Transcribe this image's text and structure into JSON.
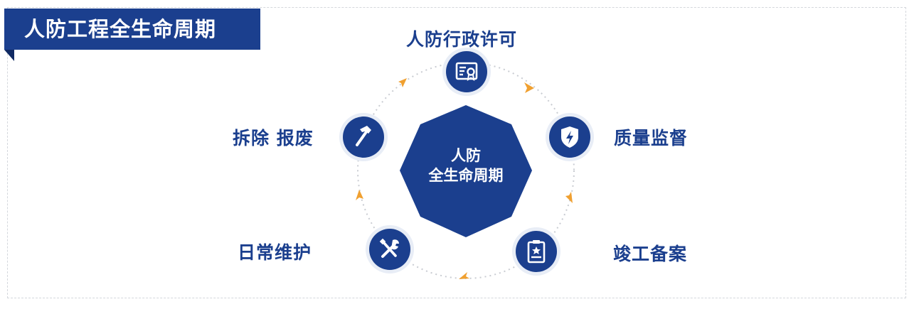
{
  "title": "人防工程全生命周期",
  "center": {
    "line1": "人防",
    "line2": "全生命周期"
  },
  "stages": [
    {
      "label": "人防行政许可",
      "icon": "certificate-icon"
    },
    {
      "label": "质量监督",
      "icon": "shield-lightning-icon"
    },
    {
      "label": "竣工备案",
      "icon": "clipboard-star-icon"
    },
    {
      "label": "日常维护",
      "icon": "wrench-screwdriver-icon"
    },
    {
      "label": "拆除 报废",
      "icon": "hammer-icon"
    }
  ],
  "colors": {
    "primary": "#1b3f8e",
    "arrow": "#f0a030",
    "ring": "#c9ccd2",
    "frame": "#d4d7dc"
  }
}
